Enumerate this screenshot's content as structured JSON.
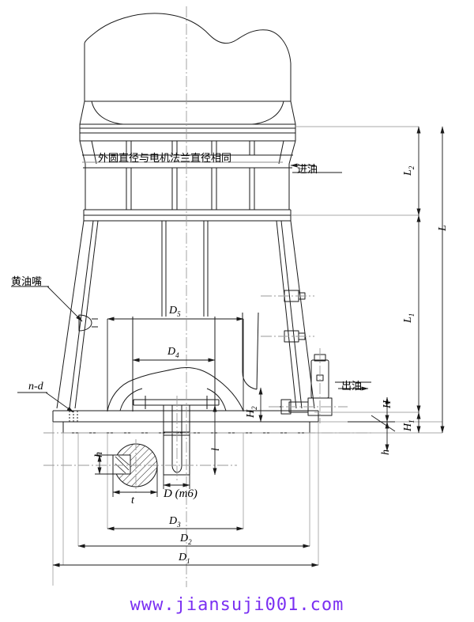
{
  "drawing": {
    "title_note_cn": "外圆直径与电机法兰直径相同",
    "oil_in_cn": "进油",
    "oil_out_cn": "出油",
    "grease_nipple_cn": "黄油嘴",
    "hole_callout": "n-d",
    "shaft_fit": "D (m6)"
  },
  "dimensions": {
    "L": "L",
    "L1": "L",
    "L1_sub": "1",
    "L2": "L",
    "L2_sub": "2",
    "H": "H",
    "H1": "H",
    "H1_sub": "1",
    "H2": "H",
    "H2_sub": "2",
    "h": "h",
    "h2": "h",
    "l": "l",
    "t": "t",
    "D1": "D",
    "D1_sub": "1",
    "D2": "D",
    "D2_sub": "2",
    "D3": "D",
    "D3_sub": "3",
    "D4": "D",
    "D4_sub": "4",
    "D5": "D",
    "D5_sub": "5"
  },
  "watermark": {
    "text": "www.jiansuji001.com",
    "color": "#7a2ff2"
  },
  "colors": {
    "line": "#1a1a1a",
    "thin": "#555555",
    "center": "#9a9a9a",
    "background": "#ffffff"
  }
}
